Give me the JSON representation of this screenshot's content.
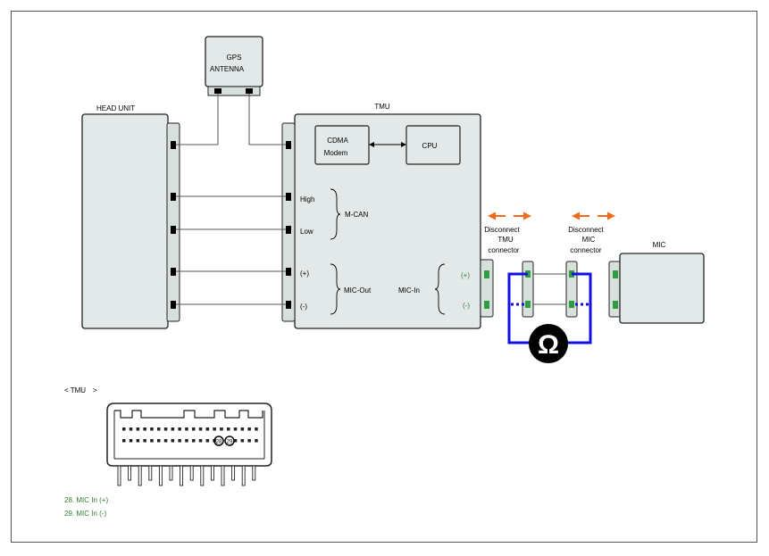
{
  "colors": {
    "wire": "#555555",
    "box_fill": "#e3e9e8",
    "connector_fill": "#d8e0de",
    "pin_black": "#000000",
    "pin_green": "#2e9d3e",
    "arrow_orange": "#f06a1a",
    "meter_blue": "#1010e0",
    "note_green": "#2e7d32"
  },
  "labels": {
    "gps_line1": "GPS",
    "gps_line2": "ANTENNA",
    "head_unit": "HEAD UNIT",
    "tmu": "TMU",
    "cdma_line1": "CDMA",
    "cdma_line2": "Modem",
    "cpu": "CPU",
    "high": "High",
    "low": "Low",
    "m_can": "M-CAN",
    "plus": "(+)",
    "minus": "(-)",
    "mic_out": "MIC-Out",
    "mic_in": "MIC-In",
    "mic_in_plus": "(+)",
    "mic_in_minus": "(-)",
    "disc_tmu_line1": "Disconnect",
    "disc_tmu_line2": "TMU",
    "disc_tmu_line3": "connector",
    "disc_mic_line1": "Disconnect",
    "disc_mic_line2": "MIC",
    "disc_mic_line3": "connector",
    "mic": "MIC",
    "ohm_symbol": "Ω"
  },
  "connector_view": {
    "title_left": "< TMU",
    "title_right": ">",
    "highlight_pins": [
      "28",
      "29"
    ]
  },
  "notes": [
    "28. MIC In (+)",
    "29. MIC In (-)"
  ]
}
